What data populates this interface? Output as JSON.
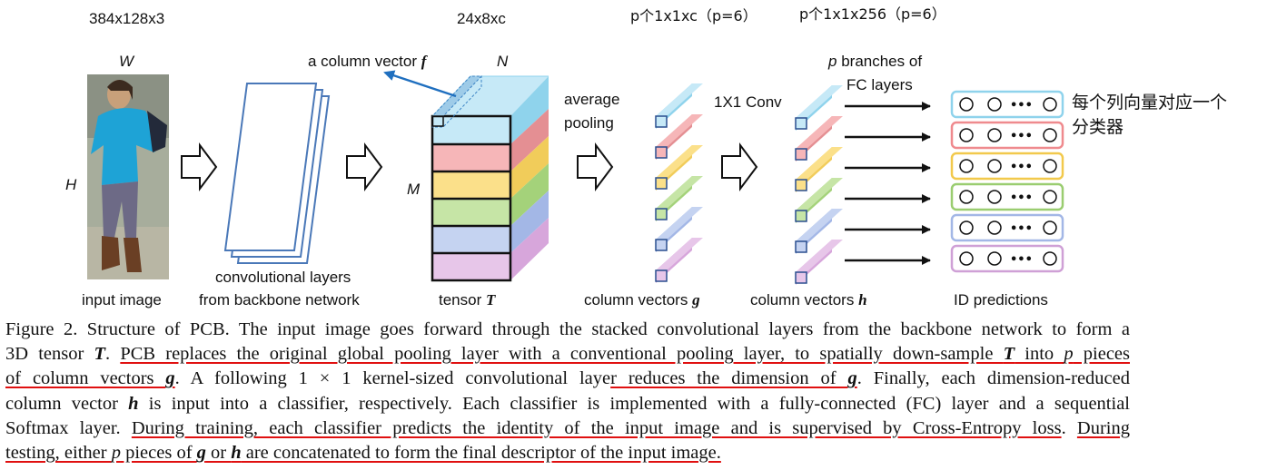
{
  "dims": {
    "input": "384x128x3",
    "tensor": "24x8xc",
    "g_dims": "p个1x1xc（p=6）",
    "h_dims": "p个1x1x256（p=6）"
  },
  "labels": {
    "W": "W",
    "H": "H",
    "M": "M",
    "N": "N",
    "column_vector_f": "a column vector",
    "f": "f",
    "average": "average",
    "pooling": "pooling",
    "conv1x1": "1X1 Conv",
    "p": "p",
    "branches_of": "branches of",
    "fc_layers": "FC layers",
    "input_image": "input image",
    "conv_layers": "convolutional layers",
    "from_backbone": "from backbone network",
    "tensor_text": "tensor",
    "T": "T",
    "column_vectors": "column vectors",
    "g": "g",
    "h": "h",
    "id_predictions": "ID predictions",
    "cn_note_1": "每个列向量对应一个",
    "cn_note_2": "分类器",
    "dots": "•••"
  },
  "colors": {
    "stripes": [
      "#c6e9f7",
      "#f6b6b8",
      "#fbe08a",
      "#c6e5a6",
      "#c5d3f1",
      "#e7c6e9"
    ],
    "stripe_side": [
      "#8fd3ec",
      "#e48f93",
      "#f1cc5a",
      "#a4d27a",
      "#a3b7e6",
      "#d7a6db"
    ],
    "classifier_borders": [
      "#8fd3ec",
      "#ef8a8e",
      "#f2c94c",
      "#9acd70",
      "#a3b7e6",
      "#cfa0d6"
    ],
    "arrow_blue": "#1f6fbf",
    "layer_blue": "#4a78b8",
    "underline_red": "#e01010"
  },
  "caption": {
    "l1": "Figure 2. Structure of PCB. The input image goes forward through the stacked convolutional layers from the backbone network to form a",
    "l2a": "3D tensor ",
    "l2_T": "T",
    "l2b": ". ",
    "l2u1": "PCB replaces the original global pooling layer with a conventional pooling layer, to spatially down-sample ",
    "l2u_T": "T",
    "l2u2": " into ",
    "l2u_p": "p",
    "l2u3": " pieces",
    "l3u1": "of column vectors ",
    "l3u_g": "g",
    "l3a": ".  A following 1 × 1 kernel-sized convolutional laye",
    "l3u2": "r reduces the dimension of ",
    "l3u_g2": "g",
    "l3b": ".  Finally, each dimension-reduced",
    "l4a": "column vector ",
    "l4_h": "h",
    "l4b": " is input into a classifier, respectively.  Each classifier is implemented with a fully-connected (FC) layer and a sequential",
    "l5a": "Softmax layer.  ",
    "l5u": "During training, each classifier predicts the identity of the input image and is supervised by Cross-Entropy loss",
    "l5b": ".  ",
    "l5u2": "During",
    "l6u1": "testing, either ",
    "l6u_p": "p",
    "l6u2": " pieces of ",
    "l6u_g": "g",
    "l6u3": " or ",
    "l6u_h": "h",
    "l6u4": " are concatenated to form the final descriptor of the input image."
  }
}
